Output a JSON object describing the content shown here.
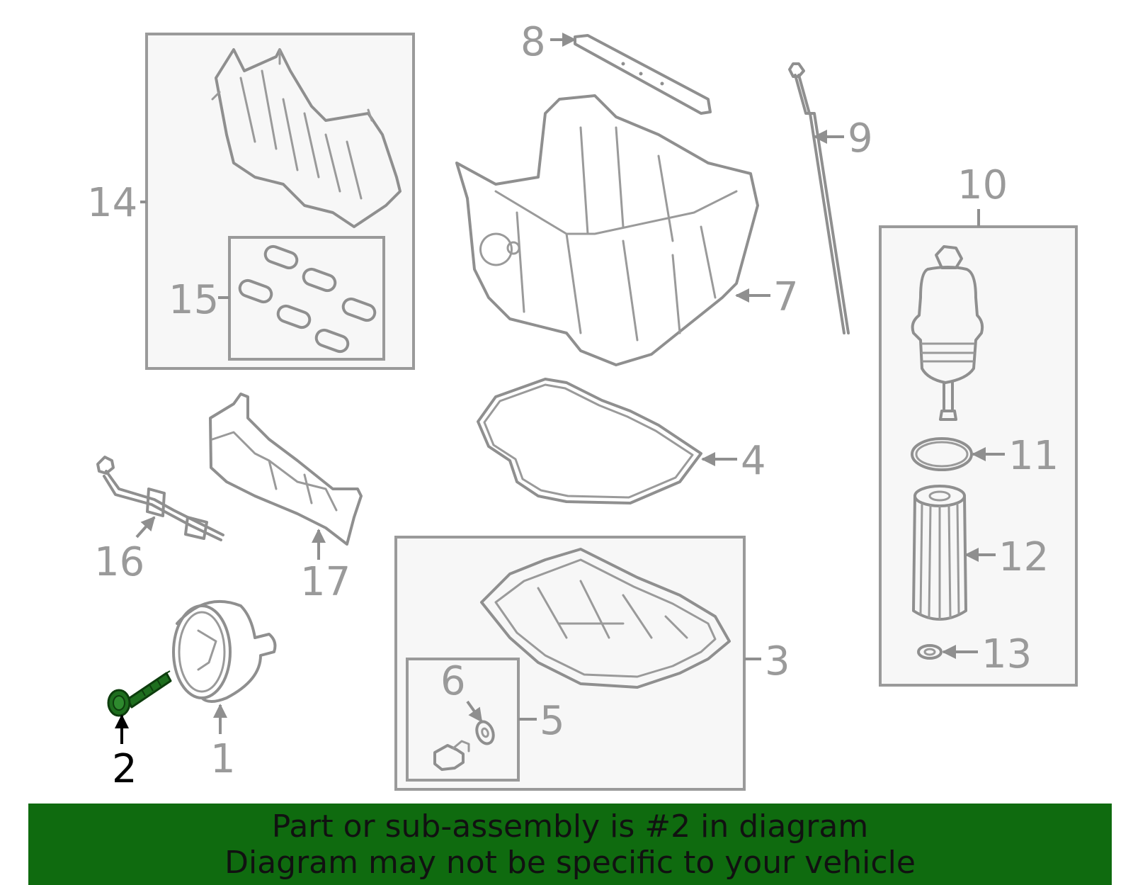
{
  "diagram": {
    "callouts": [
      "1",
      "2",
      "3",
      "4",
      "5",
      "6",
      "7",
      "8",
      "9",
      "10",
      "11",
      "12",
      "13",
      "14",
      "15",
      "16",
      "17"
    ],
    "highlighted_callout": "2"
  },
  "banner": {
    "line1": "Part or sub-assembly is #2 in diagram",
    "line2": "Diagram may not be specific to your vehicle"
  },
  "colors": {
    "banner_bg": "#0f6b0f",
    "highlight_part": "#1e6e1e",
    "line_gray": "#8f8f8f",
    "highlight_label": "#000000"
  }
}
